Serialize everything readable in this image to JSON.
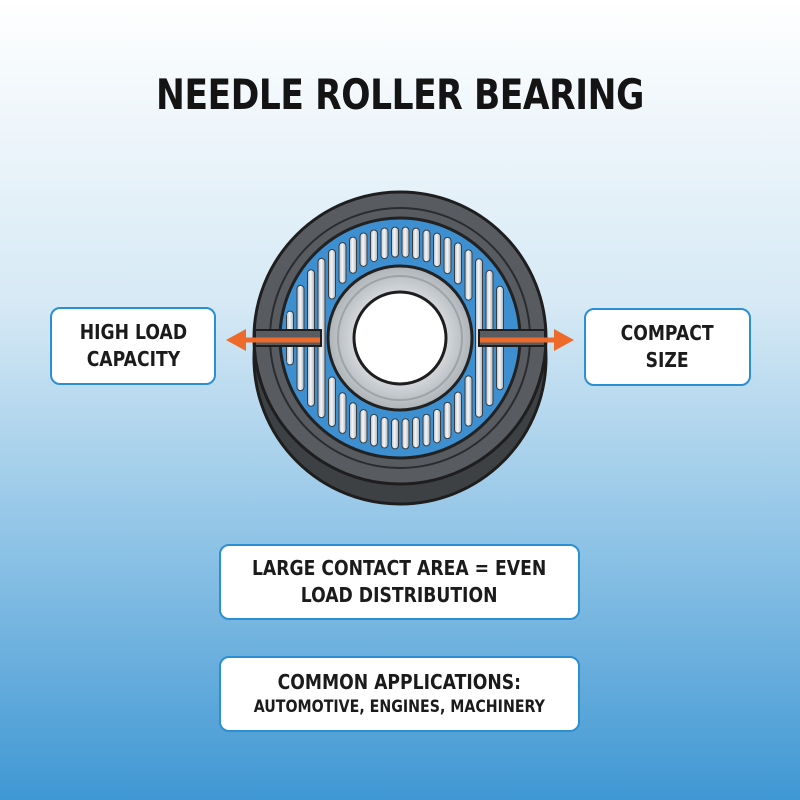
{
  "title": "NEEDLE ROLLER BEARING",
  "callouts": {
    "high_load": {
      "line1": "HIGH LOAD",
      "line2": "CAPACITY"
    },
    "compact": {
      "line1": "COMPACT",
      "line2": "SIZE"
    },
    "contact_area": {
      "line1": "LARGE CONTACT AREA = EVEN",
      "line2": "LOAD DISTRIBUTION"
    },
    "applications": {
      "line1": "COMMON APPLICATIONS:",
      "line2": "AUTOMOTIVE, ENGINES, MACHINERY"
    }
  },
  "colors": {
    "arrow": "#ee6a2a",
    "callout_border": "#2b8fd3",
    "outer_ring": "#4e5256",
    "cage_blue": "#3d8fd0",
    "needle_rollers": "#dfe3e7",
    "inner_race": "#c4c8cc"
  },
  "icons": {
    "bearing": "needle-roller-bearing-icon",
    "left_arrow": "arrow-left-icon",
    "right_arrow": "arrow-right-icon"
  }
}
